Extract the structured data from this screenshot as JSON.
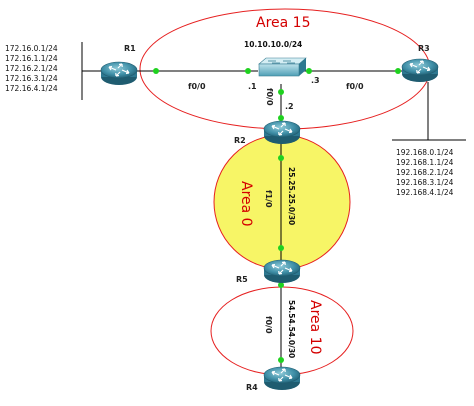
{
  "areas": {
    "area15": "Area 15",
    "area0": "Area 0",
    "area10": "Area 10"
  },
  "routers": {
    "r1": "R1",
    "r2": "R2",
    "r3": "R3",
    "r4": "R4",
    "r5": "R5"
  },
  "networks": {
    "lan_shared": "10.10.10.0/24",
    "r2_r5": "25.25.25.0/30",
    "r5_r4": "54.54.54.0/30"
  },
  "interfaces": {
    "r1_f00": "f0/0",
    "r1_host": ".1",
    "r2_up_if": "f0/0",
    "r2_host": ".2",
    "r3_host": ".3",
    "r3_f00": "f0/0",
    "r2_f10": "f1/0",
    "r4_f00": "f0/0"
  },
  "r1_subnets": [
    "172.16.0.1/24",
    "172.16.1.1/24",
    "172.16.2.1/24",
    "172.16.3.1/24",
    "172.16.4.1/24"
  ],
  "r3_subnets": [
    "192.168.0.1/24",
    "192.168.1.1/24",
    "192.168.2.1/24",
    "192.168.3.1/24",
    "192.168.4.1/24"
  ],
  "colors": {
    "area_border": "#e62020",
    "area0_fill": "#f7f566",
    "link_dot": "#1fd11f",
    "router_body": "#3f8fa7"
  }
}
